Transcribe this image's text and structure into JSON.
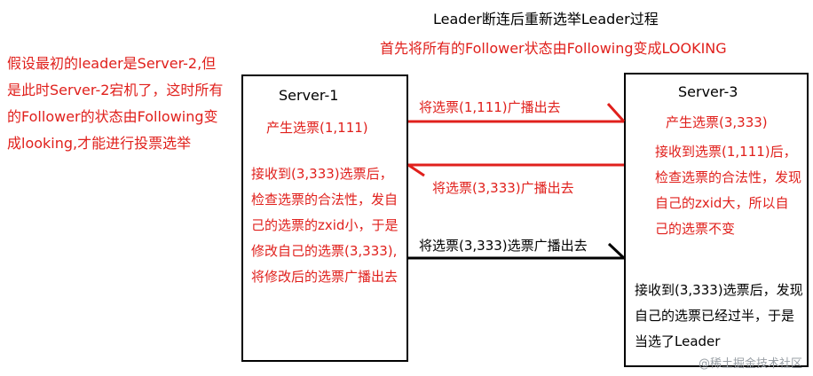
{
  "title": "Leader断连后重新选举Leader过程",
  "subtitle": "首先将所有的Follower状态由Following变成LOOKING",
  "left_note": "假设最初的leader是Server-2,但是此时Server-2宕机了，这时所有的Follower的状态由Following变成looking,才能进行投票选举",
  "server1": {
    "name": "Server-1",
    "vote": "产生选票(1,111)",
    "action": "接收到(3,333)选票后，检查选票的合法性，发自己的选票的zxid小，于是修改自己的选票(3,333),将修改后的选票广播出去"
  },
  "server3": {
    "name": "Server-3",
    "vote": "产生选票(3,333)",
    "action": "接收到选票(1,111)后，检查选票的合法性，发现自己的zxid大，所以自己的选票不变",
    "result": "接收到(3,333)选票后，发现自己的选票已经过半，于是当选了Leader"
  },
  "arrows": {
    "a1": "将选票(1,111)广播出去",
    "a2": "将选票(3,333)广播出去",
    "a3": "将选票(3,333)选票广播出去"
  },
  "watermark": "@稀土掘金技术社区",
  "colors": {
    "text_red": "#e0201c",
    "line_black": "#000000"
  }
}
